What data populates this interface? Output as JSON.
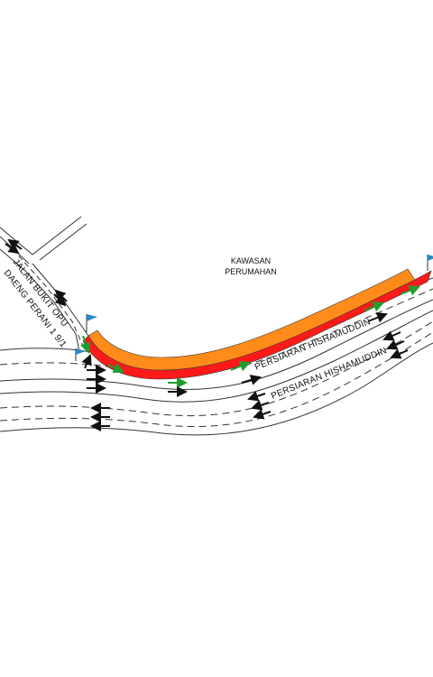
{
  "labels": {
    "area_line1": "KAWASAN",
    "area_line2": "PERUMAHAN",
    "side_road_line1": "JALAN BUKIT OPU",
    "side_road_line2": "DAENG PERANI 1 9/1",
    "main_road_upper": "PERSIARAN HISHAMUDDIN",
    "main_road_lower": "PERSIARAN HISHAMUDDIN"
  },
  "colors": {
    "road_line": "#333333",
    "works_zone": "#ff8c1a",
    "works_buffer": "#ff1a1a",
    "diversion_arrow": "#1f9e2e",
    "traffic_arrow": "#111111",
    "flag": "#2a86c8"
  },
  "icons": [
    "flag-icon",
    "arrow-icon"
  ]
}
